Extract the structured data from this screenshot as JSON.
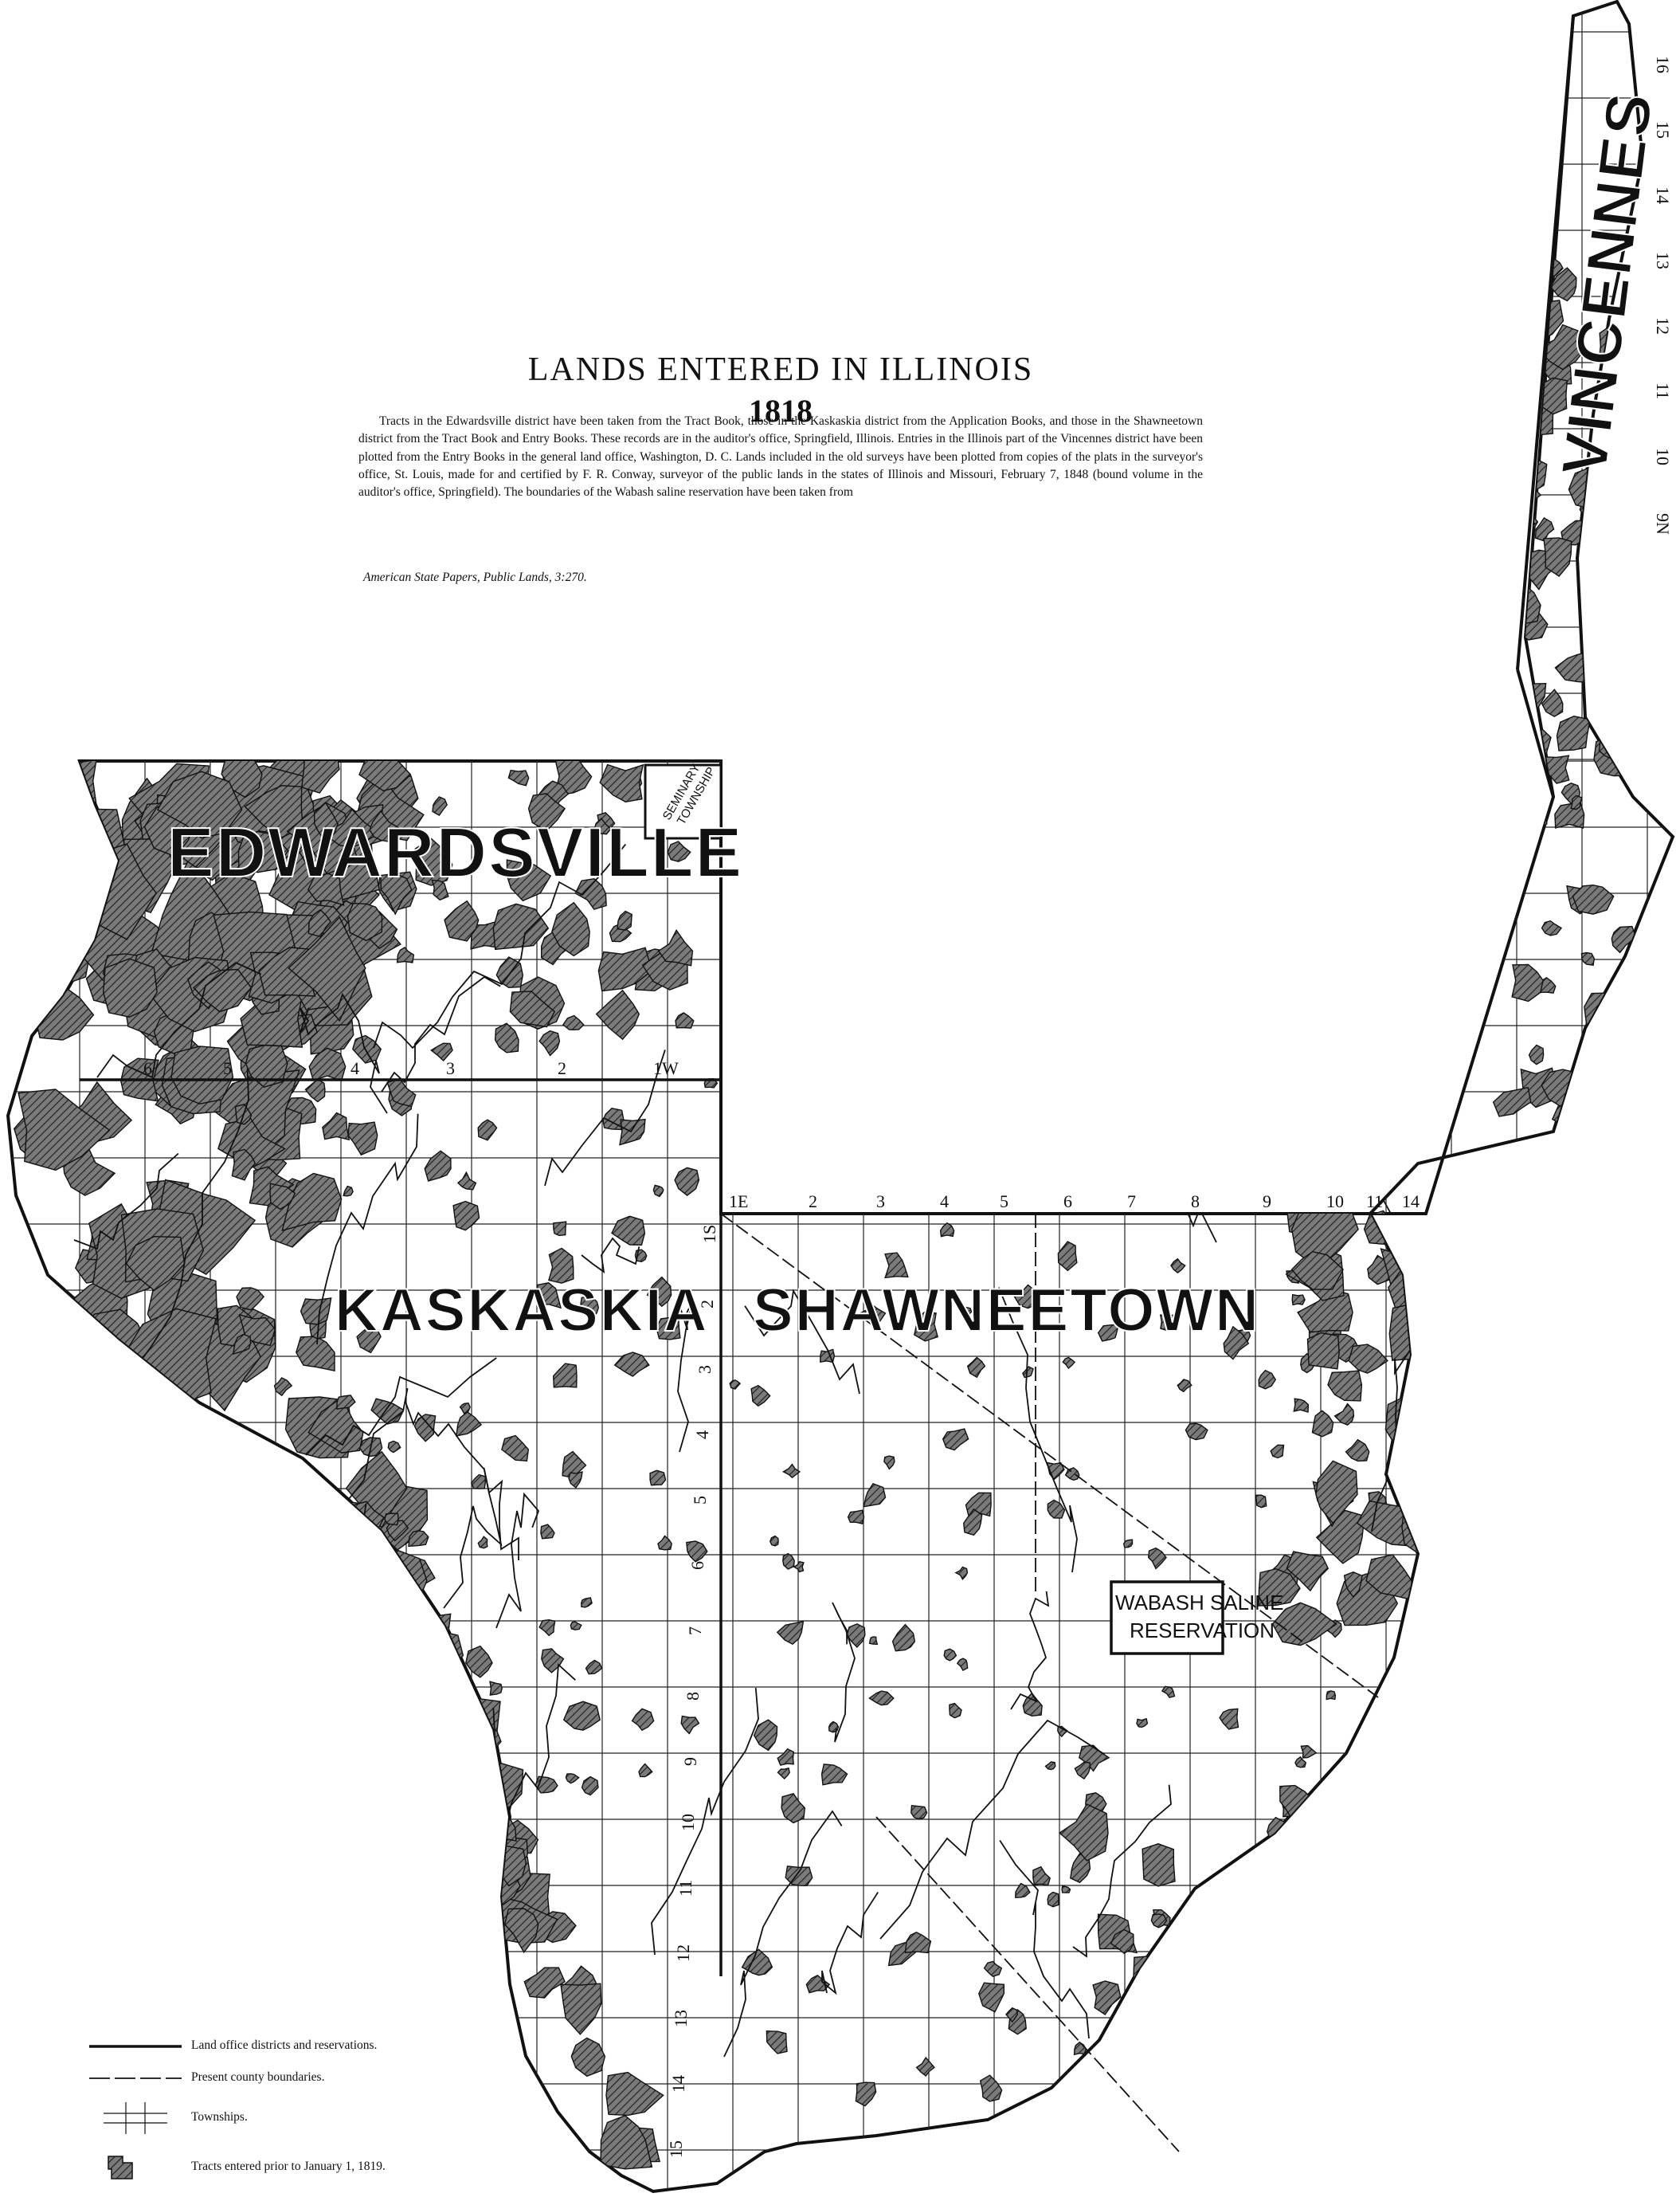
{
  "title": "LANDS ENTERED IN ILLINOIS",
  "year": "1818",
  "note": "Tracts in the Edwardsville district have been taken from the Tract Book, those in the Kaskaskia district from the Application Books, and those in the Shawneetown district from the Tract Book and Entry Books. These records are in the auditor's office, Springfield, Illinois. Entries in the Illinois part of the Vincennes district have been plotted from the Entry Books in the general land office, Washington, D. C. Lands included in the old surveys have been plotted from copies of the plats in the surveyor's office, St. Louis, made for and certified by F. R. Conway, surveyor of the public lands in the states of Illinois and Missouri, February 7, 1848 (bound volume in the auditor's office, Springfield). The boundaries of the Wabash saline reservation have been taken from",
  "note_citation": "American State Papers, Public Lands, 3:270.",
  "districts": {
    "edwardsville": "EDWARDSVILLE",
    "kaskaskia": "KASKASKIA",
    "shawneetown": "SHAWNEETOWN",
    "vincennes": "VINCENNES"
  },
  "reservations": {
    "wabash_line1": "WABASH SALINE",
    "wabash_line2": "RESERVATION",
    "seminary_line1": "SEMINARY",
    "seminary_line2": "TOWNSHIP"
  },
  "range_labels_west": [
    "6",
    "5",
    "4",
    "3",
    "2",
    "1W"
  ],
  "range_labels_east": [
    "1E",
    "2",
    "3",
    "4",
    "5",
    "6",
    "7",
    "8",
    "9",
    "10",
    "11",
    "14"
  ],
  "township_labels": [
    "1S",
    "2",
    "3",
    "4",
    "5",
    "6",
    "7",
    "8",
    "9",
    "10",
    "11",
    "12",
    "13",
    "14",
    "15"
  ],
  "vincennes_township_labels": [
    "16",
    "15",
    "14",
    "13",
    "12",
    "11",
    "10",
    "9N"
  ],
  "legend": {
    "districts": "Land office districts and reservations.",
    "counties": "Present county boundaries.",
    "townships": "Townships.",
    "tracts": "Tracts entered prior to January 1, 1819."
  },
  "colors": {
    "ink": "#111111",
    "paper": "#ffffff",
    "tract_fill": "#6a6a6a"
  }
}
